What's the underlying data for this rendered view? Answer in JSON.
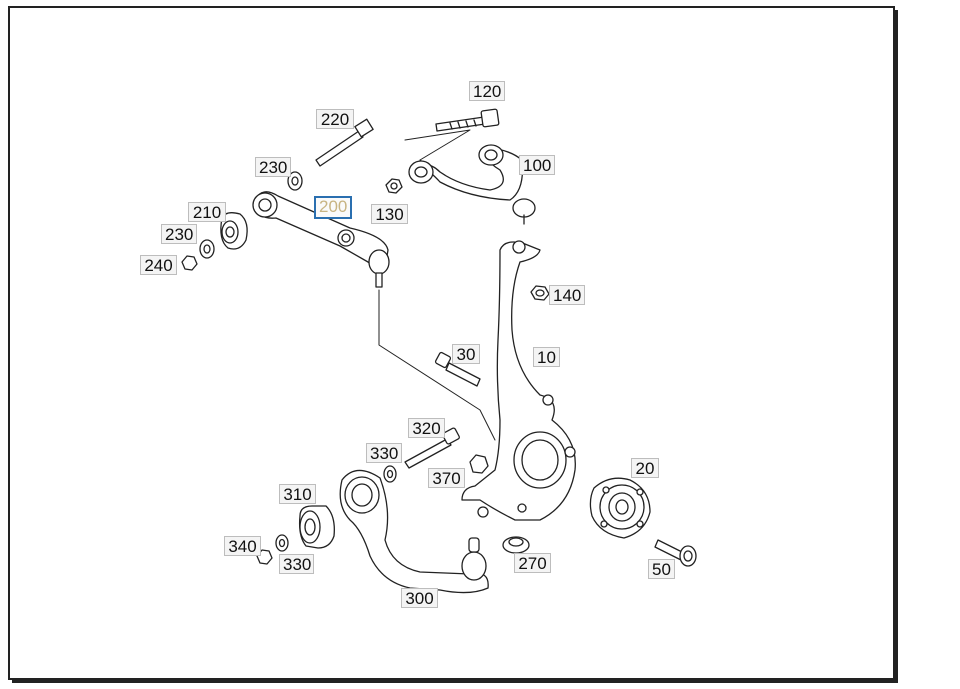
{
  "labels": {
    "p10": "10",
    "p20": "20",
    "p30": "30",
    "p50": "50",
    "p100": "100",
    "p120": "120",
    "p130": "130",
    "p140": "140",
    "p200": "200",
    "p210": "210",
    "p220": "220",
    "p230a": "230",
    "p230b": "230",
    "p240": "240",
    "p270": "270",
    "p300": "300",
    "p310": "310",
    "p320": "320",
    "p330a": "330",
    "p330b": "330",
    "p340": "340",
    "p370": "370"
  },
  "selected_label": "200",
  "colors": {
    "line": "#222222",
    "selection": "#2a6fb0",
    "selected_text": "#c8b483"
  }
}
